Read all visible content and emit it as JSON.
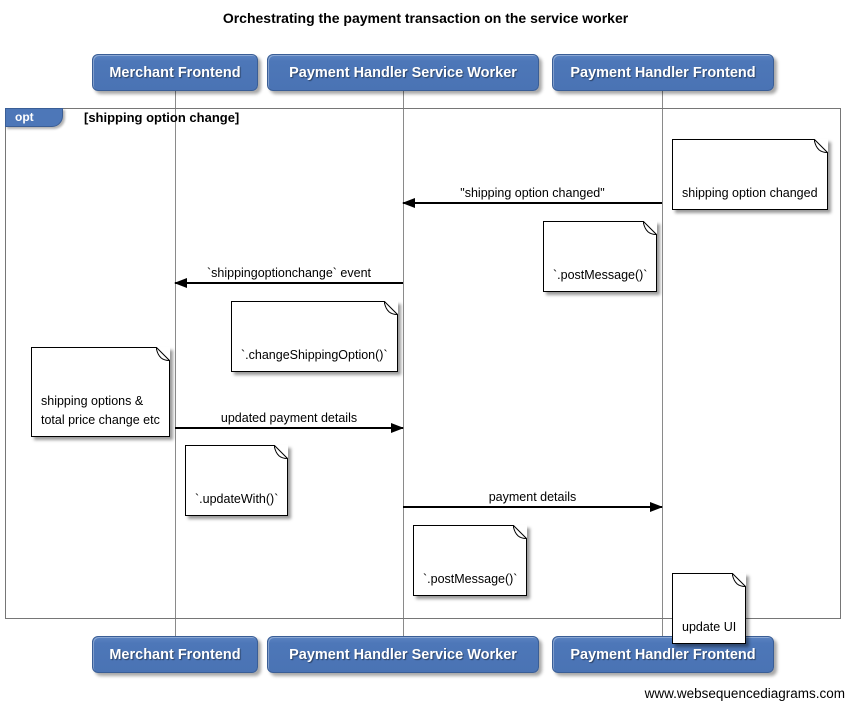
{
  "title": "Orchestrating the payment transaction on the service worker",
  "watermark": "www.websequencediagrams.com",
  "colors": {
    "actor_fill": "#4d77b8",
    "actor_border": "#3a5e96",
    "actor_text": "#ffffff",
    "note_fill": "#ffffff",
    "note_border": "#000000",
    "lifeline": "#8a8a8a",
    "frame_border": "#767676",
    "message_line": "#000000"
  },
  "actors": [
    {
      "label": "Merchant Frontend"
    },
    {
      "label": "Payment Handler Service Worker"
    },
    {
      "label": "Payment Handler Frontend"
    }
  ],
  "fragment": {
    "operator": "opt",
    "condition": "[shipping option change]"
  },
  "messages": [
    {
      "label": "\"shipping option changed\"",
      "from": "Payment Handler Frontend",
      "to": "Payment Handler Service Worker",
      "direction": "left"
    },
    {
      "label": "`shippingoptionchange` event",
      "from": "Payment Handler Service Worker",
      "to": "Merchant Frontend",
      "direction": "left"
    },
    {
      "label": "updated payment details",
      "from": "Merchant Frontend",
      "to": "Payment Handler Service Worker",
      "direction": "right"
    },
    {
      "label": "payment details",
      "from": "Payment Handler Service Worker",
      "to": "Payment Handler Frontend",
      "direction": "right"
    }
  ],
  "notes": [
    {
      "text": "shipping option changed",
      "anchor": "right of Payment Handler Frontend"
    },
    {
      "text": "`.postMessage()`",
      "anchor": "left of Payment Handler Frontend"
    },
    {
      "text": "`.changeShippingOption()`",
      "anchor": "left of Payment Handler Service Worker"
    },
    {
      "text": "shipping options &\ntotal price change etc",
      "anchor": "left of Merchant Frontend"
    },
    {
      "text": "`.updateWith()`",
      "anchor": "right of Merchant Frontend"
    },
    {
      "text": "`.postMessage()`",
      "anchor": "right of Payment Handler Service Worker"
    },
    {
      "text": "update UI",
      "anchor": "right of Payment Handler Frontend"
    }
  ]
}
